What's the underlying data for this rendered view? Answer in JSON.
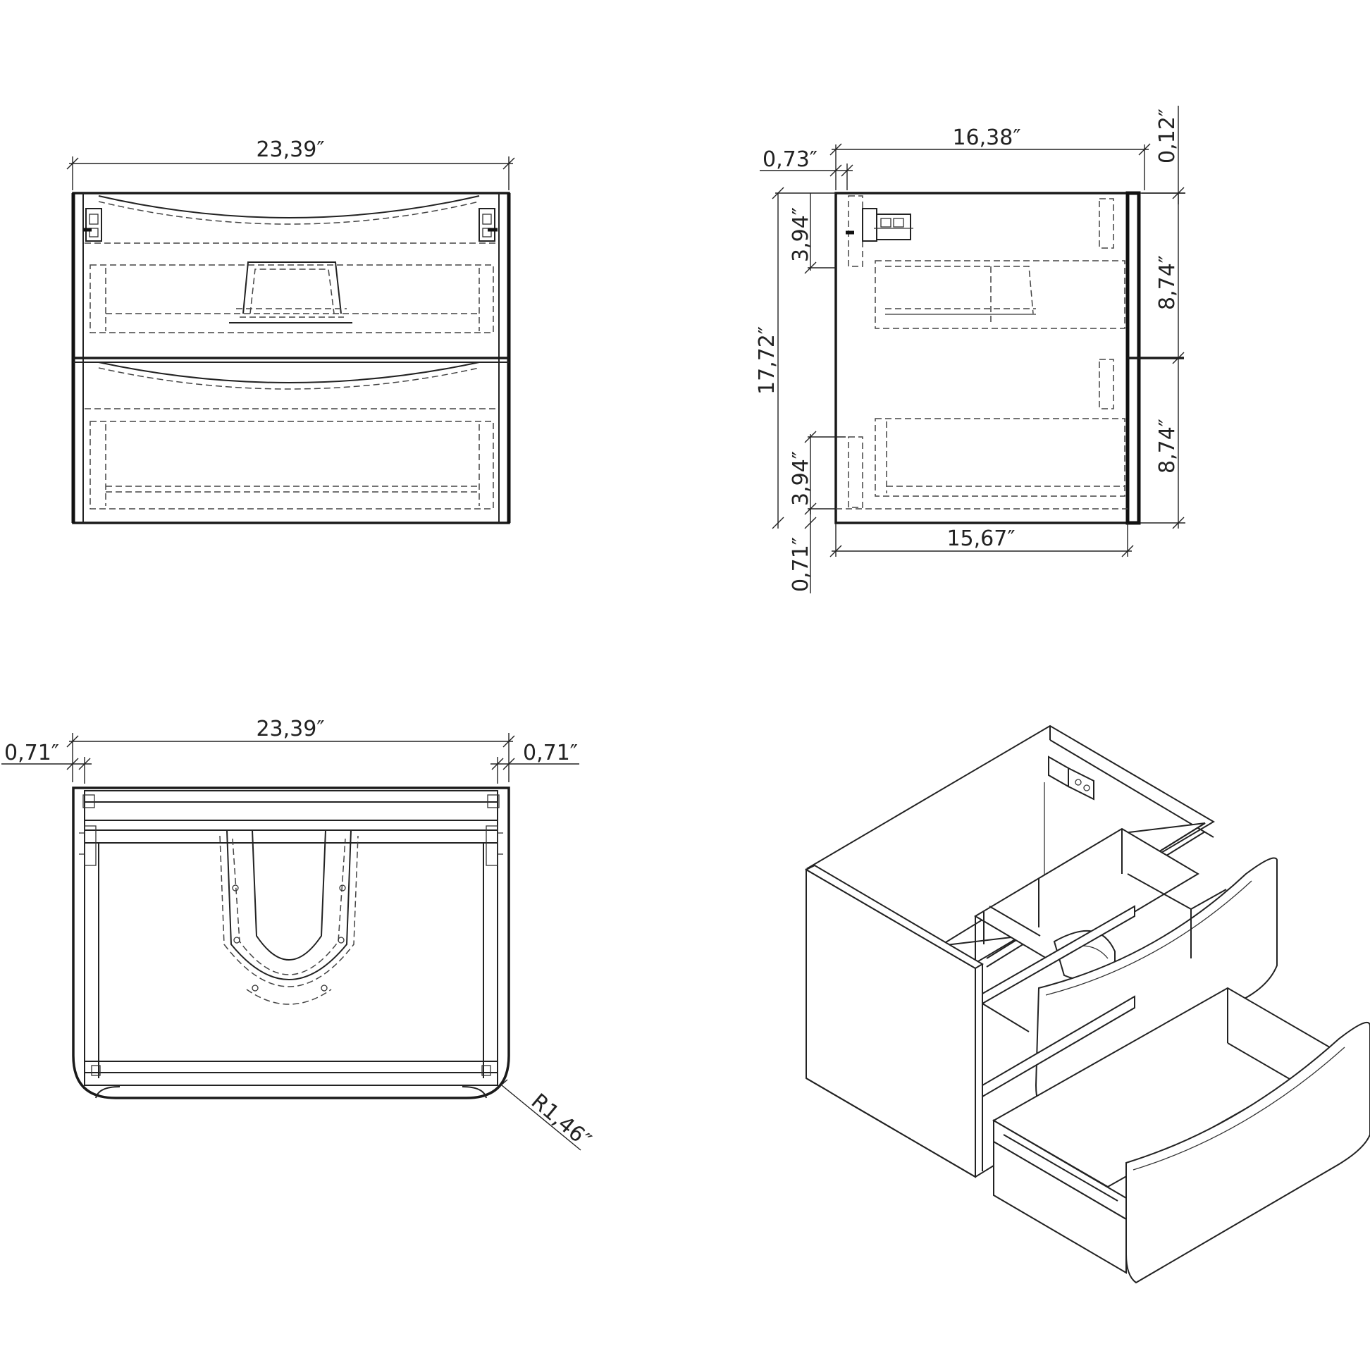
{
  "front_view": {
    "width_label": "23,39″"
  },
  "side_view": {
    "depth_label": "16,38″",
    "offset_top_label": "0,73″",
    "top_thickness_label": "0,12″",
    "height_label": "17,72″",
    "upper_gap_label": "3,94″",
    "lower_gap_label": "3,94″",
    "bottom_offset_label": "0,71″",
    "drawer_top_label": "8,74″",
    "drawer_bottom_label": "8,74″",
    "inner_depth_label": "15,67″"
  },
  "top_view": {
    "width_label": "23,39″",
    "left_offset_label": "0,71″",
    "right_offset_label": "0,71″",
    "radius_label": "R1,46″"
  }
}
